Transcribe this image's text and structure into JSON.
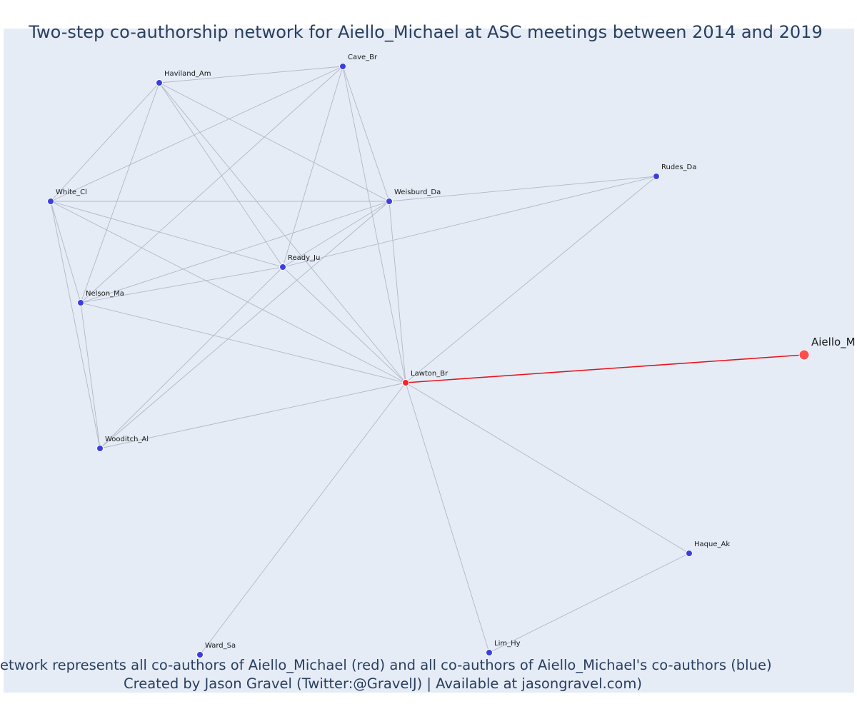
{
  "title": "Two-step co-authorship network for Aiello_Michael at ASC meetings between 2014 and 2019",
  "caption_line1": "Network represents all co-authors of Aiello_Michael (red) and all co-authors of Aiello_Michael's co-authors (blue)",
  "caption_line2": "Created by Jason Gravel (Twitter:@GravelJ) | Available at jasongravel.com)",
  "colors": {
    "background": "#e5ecf6",
    "focal_node": "#ff4d4d",
    "coauthor_node": "#ff2020",
    "second_step_node": "#3b3fe0",
    "focal_edge": "#e8141a",
    "edge": "#b3b7c6",
    "title_text": "#2a3f5f"
  },
  "nodes": [
    {
      "id": "Aiello_M",
      "label": "Aiello_M",
      "group": "focal"
    },
    {
      "id": "Lawton_Br",
      "label": "Lawton_Br",
      "group": "coauthor"
    },
    {
      "id": "Cave_Br",
      "label": "Cave_Br",
      "group": "second_step"
    },
    {
      "id": "Haviland_Am",
      "label": "Haviland_Am",
      "group": "second_step"
    },
    {
      "id": "Rudes_Da",
      "label": "Rudes_Da",
      "group": "second_step"
    },
    {
      "id": "White_Cl",
      "label": "White_Cl",
      "group": "second_step"
    },
    {
      "id": "Weisburd_Da",
      "label": "Weisburd_Da",
      "group": "second_step"
    },
    {
      "id": "Ready_Ju",
      "label": "Ready_Ju",
      "group": "second_step"
    },
    {
      "id": "Nelson_Ma",
      "label": "Nelson_Ma",
      "group": "second_step"
    },
    {
      "id": "Wooditch_Al",
      "label": "Wooditch_Al",
      "group": "second_step"
    },
    {
      "id": "Haque_Ak",
      "label": "Haque_Ak",
      "group": "second_step"
    },
    {
      "id": "Ward_Sa",
      "label": "Ward_Sa",
      "group": "second_step"
    },
    {
      "id": "Lim_Hy",
      "label": "Lim_Hy",
      "group": "second_step"
    }
  ],
  "edges": [
    [
      "Aiello_M",
      "Lawton_Br"
    ],
    [
      "Cave_Br",
      "Haviland_Am"
    ],
    [
      "Cave_Br",
      "White_Cl"
    ],
    [
      "Cave_Br",
      "Nelson_Ma"
    ],
    [
      "Cave_Br",
      "Ready_Ju"
    ],
    [
      "Cave_Br",
      "Weisburd_Da"
    ],
    [
      "Cave_Br",
      "Lawton_Br"
    ],
    [
      "Haviland_Am",
      "White_Cl"
    ],
    [
      "Haviland_Am",
      "Nelson_Ma"
    ],
    [
      "Haviland_Am",
      "Ready_Ju"
    ],
    [
      "Haviland_Am",
      "Weisburd_Da"
    ],
    [
      "Haviland_Am",
      "Lawton_Br"
    ],
    [
      "White_Cl",
      "Weisburd_Da"
    ],
    [
      "White_Cl",
      "Ready_Ju"
    ],
    [
      "White_Cl",
      "Nelson_Ma"
    ],
    [
      "White_Cl",
      "Wooditch_Al"
    ],
    [
      "White_Cl",
      "Lawton_Br"
    ],
    [
      "Weisburd_Da",
      "Rudes_Da"
    ],
    [
      "Weisburd_Da",
      "Nelson_Ma"
    ],
    [
      "Weisburd_Da",
      "Wooditch_Al"
    ],
    [
      "Weisburd_Da",
      "Lawton_Br"
    ],
    [
      "Weisburd_Da",
      "Ready_Ju"
    ],
    [
      "Ready_Ju",
      "Nelson_Ma"
    ],
    [
      "Ready_Ju",
      "Wooditch_Al"
    ],
    [
      "Ready_Ju",
      "Lawton_Br"
    ],
    [
      "Ready_Ju",
      "Rudes_Da"
    ],
    [
      "Nelson_Ma",
      "Wooditch_Al"
    ],
    [
      "Nelson_Ma",
      "Lawton_Br"
    ],
    [
      "Wooditch_Al",
      "Lawton_Br"
    ],
    [
      "Rudes_Da",
      "Lawton_Br"
    ],
    [
      "Lawton_Br",
      "Haque_Ak"
    ],
    [
      "Lawton_Br",
      "Ward_Sa"
    ],
    [
      "Lawton_Br",
      "Lim_Hy"
    ],
    [
      "Haque_Ak",
      "Lim_Hy"
    ]
  ]
}
